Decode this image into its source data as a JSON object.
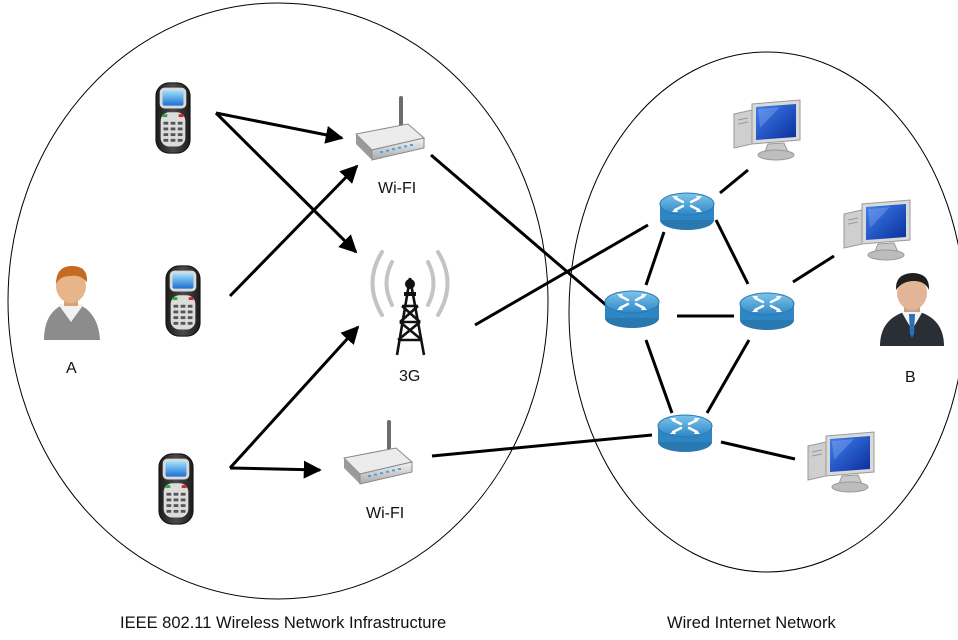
{
  "labels": {
    "user_a": "A",
    "user_b": "B",
    "wifi_top": "Wi-FI",
    "wifi_bottom": "Wi-FI",
    "cell_tower": "3G"
  },
  "captions": {
    "wireless": "IEEE 802.11 Wireless Network Infrastructure",
    "wired": "Wired Internet Network"
  },
  "icons": {
    "phones": [
      "mobile-phone-icon",
      "mobile-phone-icon",
      "mobile-phone-icon"
    ],
    "access_points": [
      "wifi-access-point-icon",
      "wifi-access-point-icon"
    ],
    "tower": "cell-tower-icon",
    "routers": [
      "router-icon",
      "router-icon",
      "router-icon",
      "router-icon"
    ],
    "computers": [
      "desktop-computer-icon",
      "desktop-computer-icon",
      "desktop-computer-icon"
    ],
    "people": [
      "person-icon",
      "businessman-icon"
    ]
  },
  "colors": {
    "router": "#3f9fd6",
    "monitor_screen": "#0b3fb5",
    "tower_waves": "#c4c4c4"
  }
}
